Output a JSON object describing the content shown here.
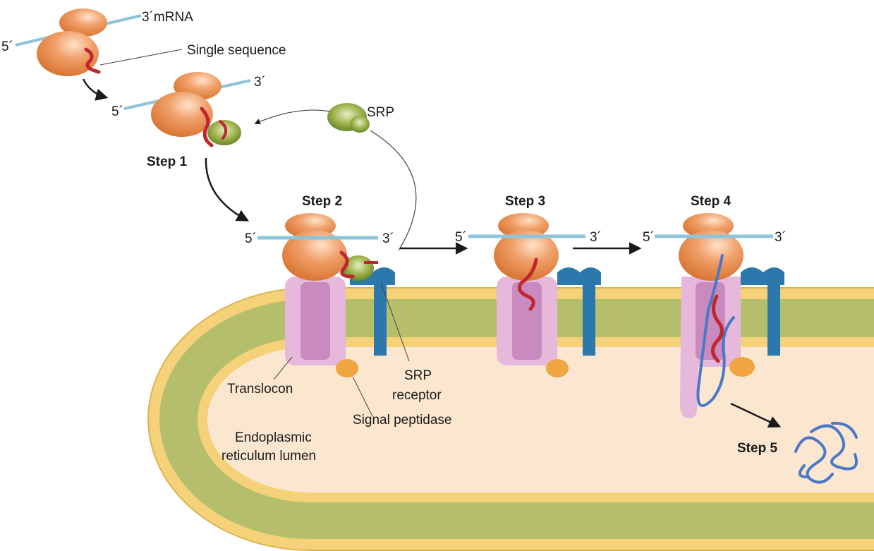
{
  "labels": {
    "mrna_3": "3´mRNA",
    "mrna_5_top": "5´",
    "single_sequence": "Single sequence",
    "r2_3": "3´",
    "r2_5": "5´",
    "srp": "SRP",
    "step1": "Step 1",
    "step2": "Step 2",
    "step3": "Step 3",
    "step4": "Step 4",
    "step5": "Step 5",
    "s2_5": "5´",
    "s2_3": "3´",
    "s3_5": "5´",
    "s3_3": "3´",
    "s4_5": "5´",
    "s4_3": "3´",
    "translocon": "Translocon",
    "srp_receptor_1": "SRP",
    "srp_receptor_2": "receptor",
    "signal_peptidase": "Signal peptidase",
    "er_lumen_1": "Endoplasmic",
    "er_lumen_2": "reticulum lumen"
  },
  "colors": {
    "ribosome": "#e8894a",
    "ribosome_light": "#f3b585",
    "mrna": "#8fc4d8",
    "signal_sequence": "#c0262d",
    "srp": "#8aa63a",
    "membrane_outer": "#f5d27a",
    "membrane_core": "#b5be6a",
    "lumen": "#fbe7d0",
    "translocon": "#e6b8dc",
    "translocon_dark": "#c98abf",
    "srp_receptor": "#2b78ad",
    "signal_peptidase": "#f0a540",
    "protein": "#4a78c8"
  }
}
